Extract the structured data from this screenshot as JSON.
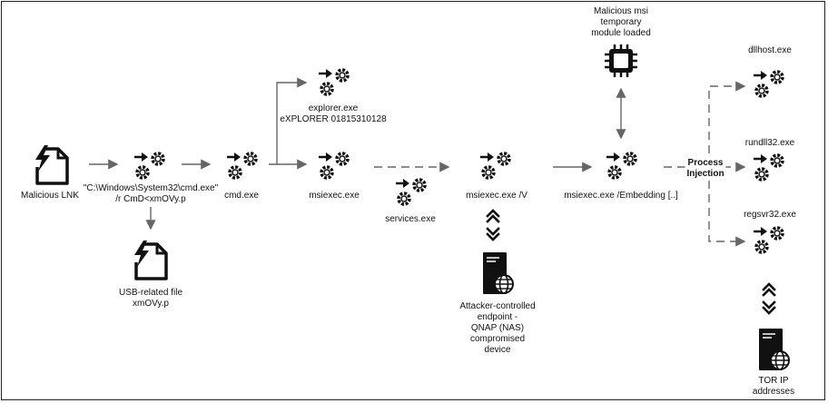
{
  "nodes": {
    "lnk": "Malicious LNK",
    "cmd_full_line1": "\"C:\\Windows\\System32\\cmd.exe\"",
    "cmd_full_line2": "/r CmD<xmOVy.p",
    "usb_line1": "USB-related file",
    "usb_line2": "xmOVy.p",
    "cmd": "cmd.exe",
    "explorer_line1": "explorer.exe",
    "explorer_line2": "eXPLORER 01815310128",
    "msiexec": "msiexec.exe",
    "services": "services.exe",
    "msiexec_v": "msiexec.exe /V",
    "attacker_line1": "Attacker-controlled",
    "attacker_line2": "endpoint -",
    "attacker_line3": "QNAP (NAS)",
    "attacker_line4": "compromised",
    "attacker_line5": "device",
    "msi_module_line1": "Malicious msi",
    "msi_module_line2": "temporary",
    "msi_module_line3": "module loaded",
    "msiexec_embedding": "msiexec.exe /Embedding [..]",
    "process_injection_line1": "Process",
    "process_injection_line2": "Injection",
    "dllhost": "dllhost.exe",
    "rundll32": "rundll32.exe",
    "regsvr32": "regsvr32.exe",
    "tor_line1": "TOR IP",
    "tor_line2": "addresses"
  },
  "icons": {
    "file": "file-bolt-icon",
    "process": "gears-process-icon",
    "chip": "chip-icon",
    "server": "server-globe-icon",
    "bidirectional": "double-chevron-icon"
  }
}
